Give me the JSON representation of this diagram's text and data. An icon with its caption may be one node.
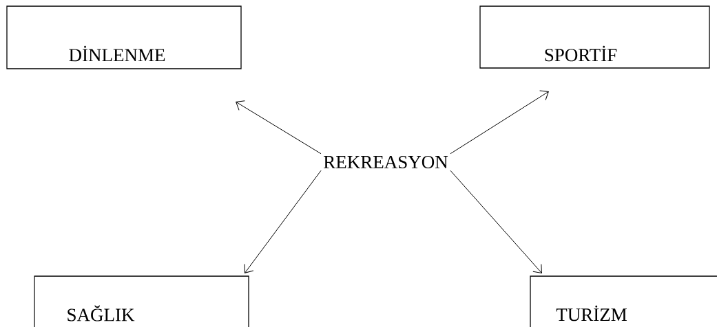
{
  "diagram": {
    "nodes": [
      {
        "text": [
          "DİNLENME"
        ]
      },
      {
        "text": [
          "SPORTİF"
        ]
      },
      {
        "text": [
          "REKREASYON"
        ]
      },
      {
        "text": [
          "SAĞLIK"
        ]
      },
      {
        "text": [
          "TURİZM"
        ]
      }
    ],
    "edges": [
      {
        "from": 2,
        "to": 0,
        "arrow": "to"
      },
      {
        "from": 2,
        "to": 1,
        "arrow": "to"
      },
      {
        "from": 2,
        "to": 3,
        "arrow": "to"
      },
      {
        "from": 2,
        "to": 4,
        "arrow": "to"
      }
    ]
  }
}
